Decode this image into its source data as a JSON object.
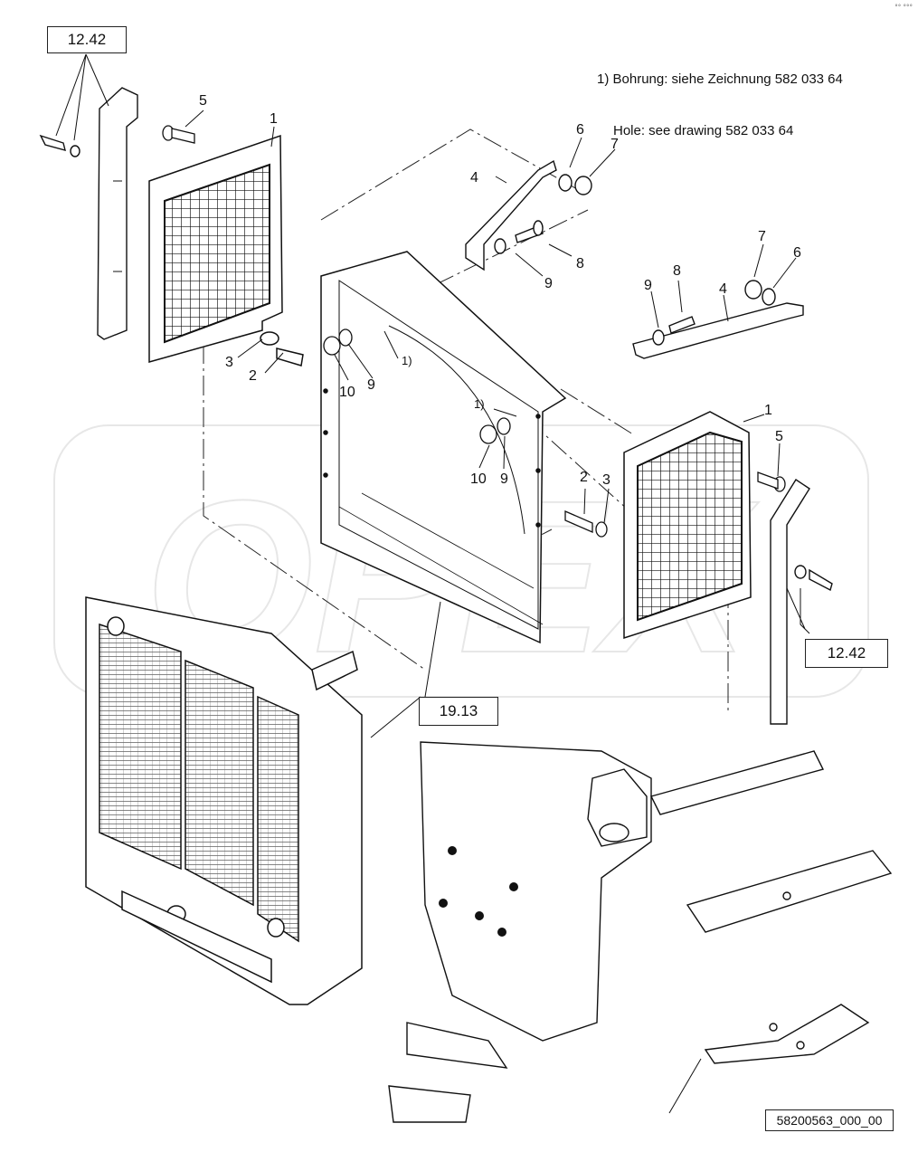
{
  "note": {
    "line1": "1) Bohrung: siehe Zeichnung 582 033 64",
    "line2": "Hole: see drawing 582 033 64"
  },
  "refs": {
    "top_left": "12.42",
    "right": "12.42",
    "center": "19.13"
  },
  "drawing_number": "58200563_000_00",
  "corner_mark": "°° °°°",
  "watermark": "OPEX",
  "callouts": {
    "c1a": "1",
    "c1b": "1",
    "c2a": "2",
    "c2b": "2",
    "c3a": "3",
    "c3b": "3",
    "c4a": "4",
    "c4b": "4",
    "c5a": "5",
    "c5b": "5",
    "c6a": "6",
    "c6b": "6",
    "c7a": "7",
    "c7b": "7",
    "c8a": "8",
    "c8b": "8",
    "c9a": "9",
    "c9b": "9",
    "c9c": "9",
    "c9d": "9",
    "c10a": "10",
    "c10b": "10",
    "hole1": "1)",
    "hole2": "1)"
  }
}
